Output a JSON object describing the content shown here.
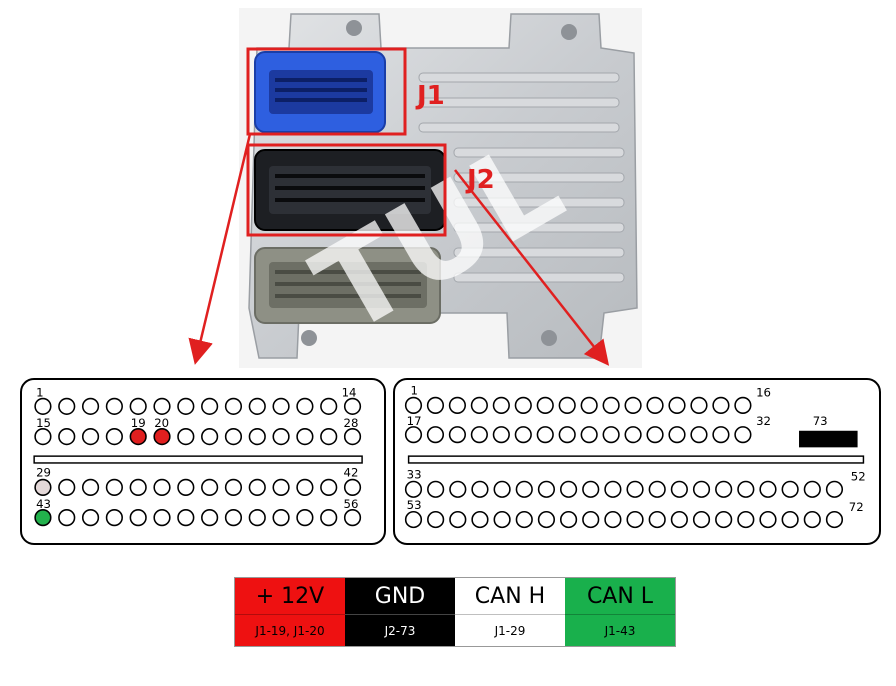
{
  "photo": {
    "labels": {
      "j1": "J1",
      "j2": "J2"
    },
    "highlight_color": "#e02020",
    "watermark": "TUL"
  },
  "j1": {
    "row_start_labels": [
      "1",
      "15",
      "29",
      "43"
    ],
    "row_end_labels": [
      "14",
      "28",
      "42",
      "56"
    ],
    "highlighted_pins": [
      {
        "label": "19",
        "color": "#e01f1f"
      },
      {
        "label": "20",
        "color": "#e01f1f"
      }
    ],
    "special_pins": [
      {
        "pin": 29,
        "color": "#e4d8d8"
      },
      {
        "pin": 43,
        "color": "#22b14c"
      }
    ]
  },
  "j2": {
    "row_start_labels": [
      "1",
      "17",
      "33",
      "53"
    ],
    "row_end_labels": [
      "16",
      "32",
      "52",
      "72"
    ],
    "block_label": "73"
  },
  "legend": {
    "items": [
      {
        "title": "+ 12V",
        "pins": "J1-19, J1-20",
        "bg": "#ee1111"
      },
      {
        "title": "GND",
        "pins": "J2-73",
        "bg": "#000000"
      },
      {
        "title": "CAN H",
        "pins": "J1-29",
        "bg": "#ffffff"
      },
      {
        "title": "CAN L",
        "pins": "J1-43",
        "bg": "#19b04c"
      }
    ]
  }
}
